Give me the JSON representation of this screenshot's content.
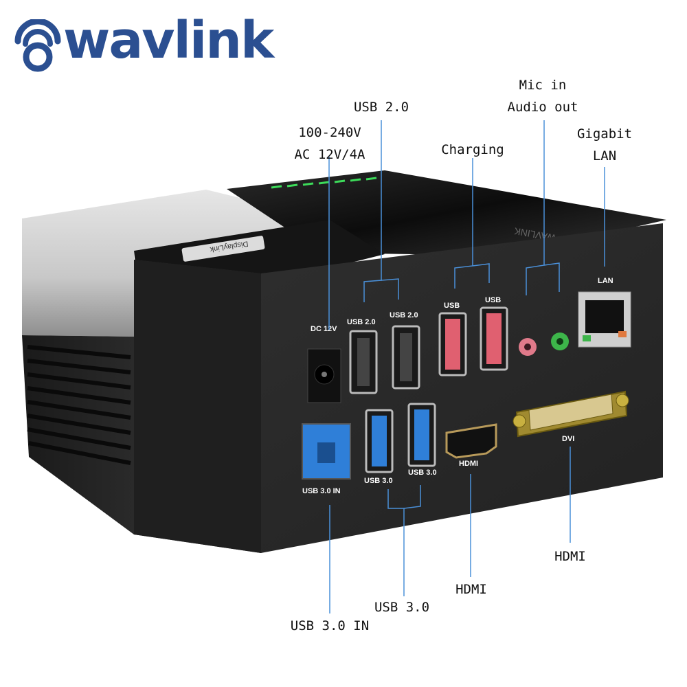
{
  "brand": {
    "name": "wavlink",
    "color": "#2b4f91",
    "device_brand": "WAVLINK",
    "device_badge": "DisplayLink"
  },
  "callouts": {
    "power_line1": "100-240V",
    "power_line2": "AC 12V/4A",
    "usb2": "USB 2.0",
    "charging": "Charging",
    "mic_line1": "Mic in",
    "mic_line2": "Audio out",
    "lan_line1": "Gigabit",
    "lan_line2": "LAN",
    "dvi_hdmi": "HDMI",
    "hdmi": "HDMI",
    "usb3": "USB 3.0",
    "usb3_in": "USB 3.0 IN"
  },
  "port_labels": {
    "dc": "DC 12V",
    "usb2_a": "USB 2.0",
    "usb2_b": "USB 2.0",
    "charge_a": "USB",
    "charge_b": "USB",
    "lan": "LAN",
    "usb3_in": "USB 3.0 IN",
    "usb3_a": "USB 3.0",
    "usb3_b": "USB 3.0",
    "hdmi": "HDMI",
    "dvi": "DVI"
  },
  "colors": {
    "callout_line": "#4a90d9",
    "usb3_blue": "#2f7fd8",
    "charging_red": "#e06070",
    "audio_green": "#3db54a",
    "mic_pink": "#e07a8a",
    "led_green": "#3ddc5a",
    "body_black": "#2a2a2a"
  }
}
